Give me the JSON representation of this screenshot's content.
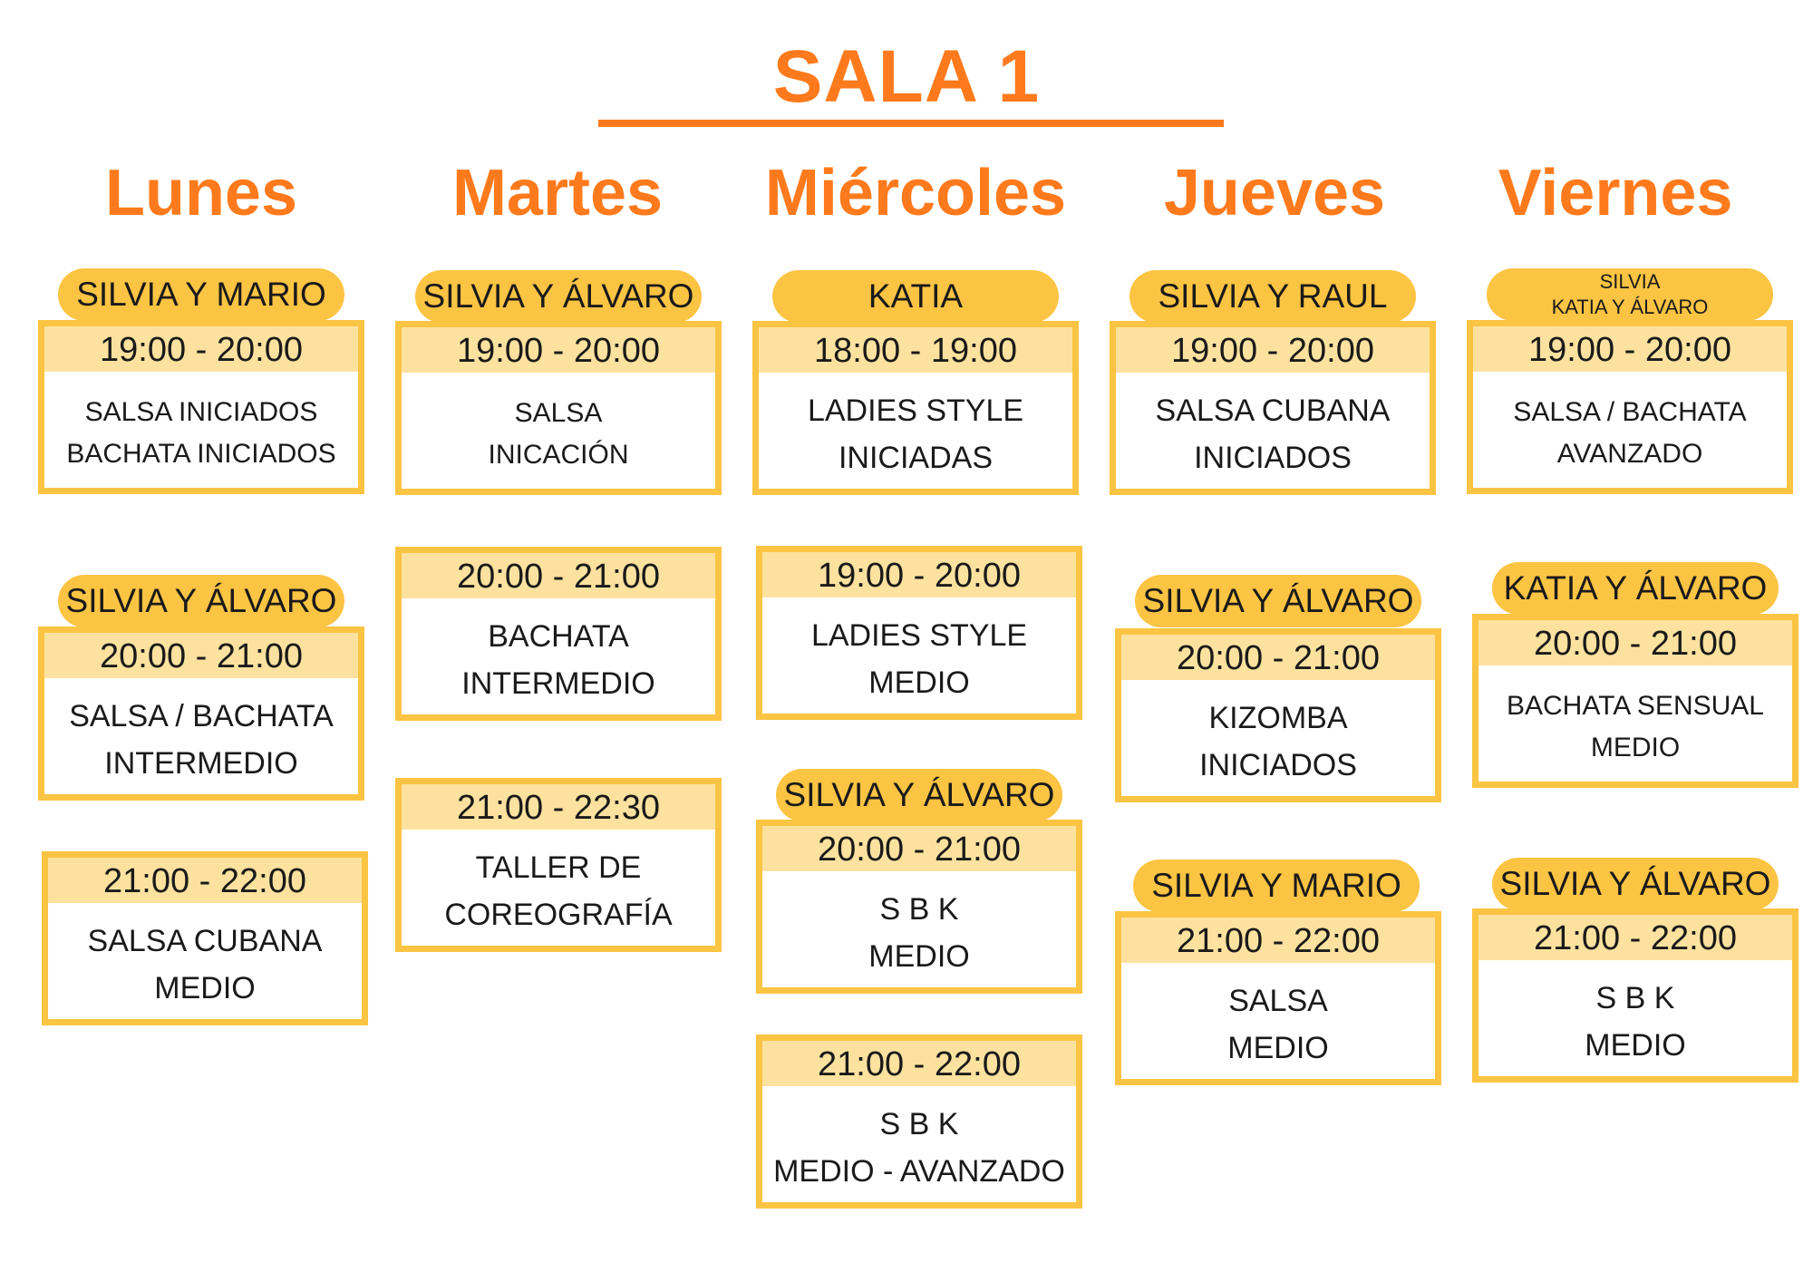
{
  "title": "SALA 1",
  "days": [
    {
      "name": "Lunes",
      "classes": [
        {
          "instructor": "SILVIA Y MARIO",
          "time": "19:00 - 20:00",
          "line1": "SALSA INICIADOS",
          "line2": "BACHATA INICIADOS"
        },
        {
          "instructor": "SILVIA Y ÁLVARO",
          "time": "20:00 - 21:00",
          "line1": "SALSA / BACHATA",
          "line2": "INTERMEDIO"
        },
        {
          "time": "21:00 - 22:00",
          "line1": "SALSA CUBANA",
          "line2": "MEDIO"
        }
      ]
    },
    {
      "name": "Martes",
      "classes": [
        {
          "instructor": "SILVIA Y ÁLVARO",
          "time": "19:00 - 20:00",
          "line1": "SALSA",
          "line2": "INICACIÓN"
        },
        {
          "time": "20:00 - 21:00",
          "line1": "BACHATA",
          "line2": "INTERMEDIO"
        },
        {
          "time": "21:00 - 22:30",
          "line1": "TALLER DE",
          "line2": "COREOGRAFÍA"
        }
      ]
    },
    {
      "name": "Miércoles",
      "classes": [
        {
          "instructor": "KATIA",
          "time": "18:00 - 19:00",
          "line1": "LADIES STYLE",
          "line2": "INICIADAS"
        },
        {
          "time": "19:00 - 20:00",
          "line1": "LADIES STYLE",
          "line2": "MEDIO"
        },
        {
          "instructor": "SILVIA Y ÁLVARO",
          "time": "20:00 - 21:00",
          "line1": "S B K",
          "line2": "MEDIO"
        },
        {
          "time": "21:00 - 22:00",
          "line1": "S B K",
          "line2": "MEDIO - AVANZADO"
        }
      ]
    },
    {
      "name": "Jueves",
      "classes": [
        {
          "instructor": "SILVIA Y RAUL",
          "time": "19:00 - 20:00",
          "line1": "SALSA CUBANA",
          "line2": "INICIADOS"
        },
        {
          "instructor": "SILVIA Y ÁLVARO",
          "time": "20:00 - 21:00",
          "line1": "KIZOMBA",
          "line2": "INICIADOS"
        },
        {
          "instructor": "SILVIA Y MARIO",
          "time": "21:00 - 22:00",
          "line1": "SALSA",
          "line2": "MEDIO"
        }
      ]
    },
    {
      "name": "Viernes",
      "classes": [
        {
          "instructor_line1": "SILVIA",
          "instructor_line2": "KATIA Y ÁLVARO",
          "time": "19:00 - 20:00",
          "line1": "SALSA / BACHATA",
          "line2": "AVANZADO"
        },
        {
          "instructor": "KATIA Y ÁLVARO",
          "time": "20:00 - 21:00",
          "line1": "BACHATA SENSUAL",
          "line2": "MEDIO"
        },
        {
          "instructor": "SILVIA Y ÁLVARO",
          "time": "21:00 - 22:00",
          "line1": "S B K",
          "line2": "MEDIO"
        }
      ]
    }
  ]
}
